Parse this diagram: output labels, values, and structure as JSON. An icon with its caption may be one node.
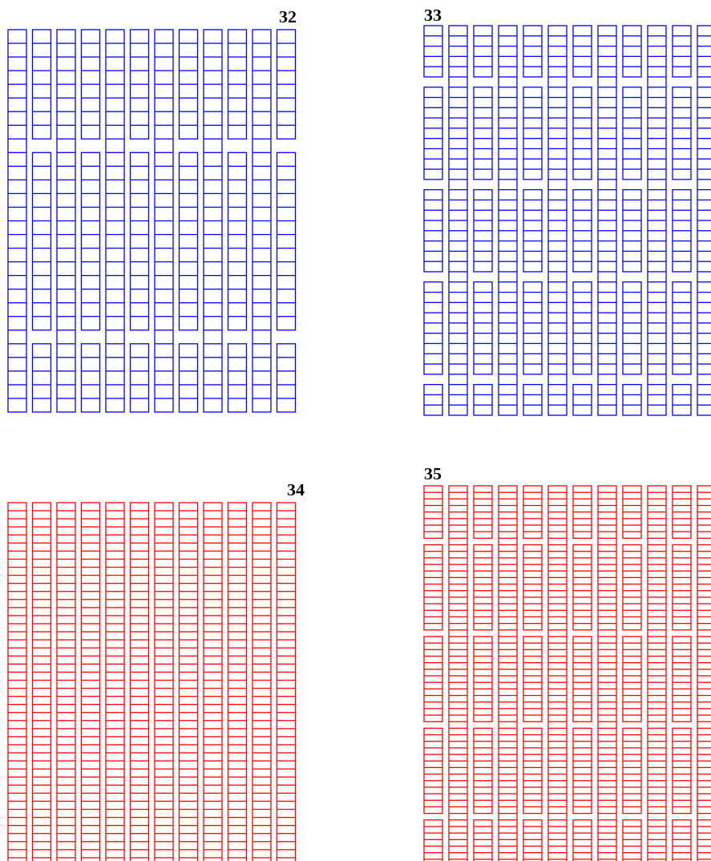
{
  "diagram": {
    "labels": [
      "32",
      "33",
      "34",
      "35"
    ]
  }
}
